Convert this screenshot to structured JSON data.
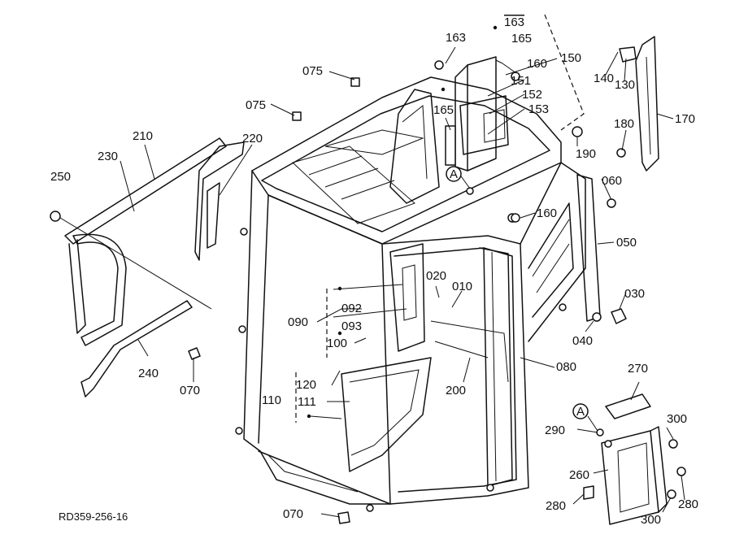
{
  "drawing_ref": "RD359-256-16",
  "callout_marker": "A",
  "labels": {
    "p163a": "163",
    "p163b": "163",
    "p165a": "165",
    "p165b": "165",
    "p150": "150",
    "p160a": "160",
    "p151": "151",
    "p152": "152",
    "p153": "153",
    "p140": "140",
    "p130": "130",
    "p170": "170",
    "p180": "180",
    "p190": "190",
    "p060": "060",
    "p160b": "160",
    "p050": "050",
    "p030": "030",
    "p040": "040",
    "p075a": "075",
    "p075b": "075",
    "p210": "210",
    "p220": "220",
    "p230": "230",
    "p250": "250",
    "p240": "240",
    "p070a": "070",
    "p070b": "070",
    "p020": "020",
    "p010": "010",
    "p092": "092",
    "p090": "090",
    "p093": "093",
    "p100": "100",
    "p120": "120",
    "p110": "110",
    "p111": "111",
    "p200": "200",
    "p080": "080",
    "p270": "270",
    "p300a": "300",
    "p300b": "300",
    "p290": "290",
    "p260": "260",
    "p280a": "280",
    "p280b": "280"
  }
}
